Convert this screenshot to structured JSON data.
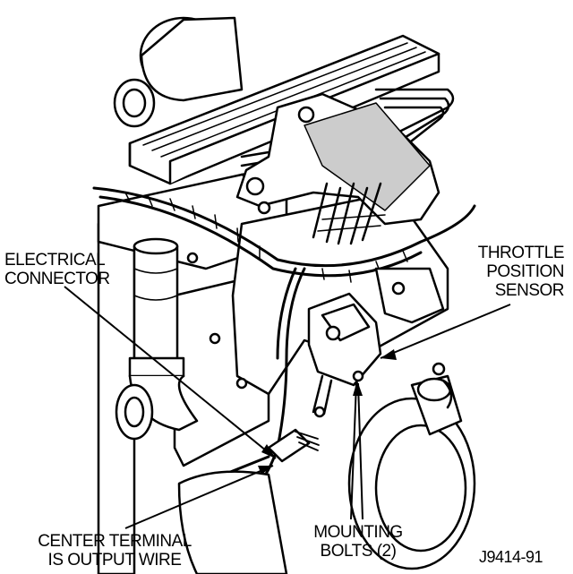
{
  "labels": {
    "electrical_connector": {
      "line1": "ELECTRICAL",
      "line2": "CONNECTOR"
    },
    "throttle_position_sensor": {
      "line1": "THROTTLE",
      "line2": "POSITION",
      "line3": "SENSOR"
    },
    "center_terminal": {
      "line1": "CENTER TERMINAL",
      "line2": "IS OUTPUT WIRE"
    },
    "mounting_bolts": {
      "line1": "MOUNTING",
      "line2": "BOLTS (2)"
    }
  },
  "figure_id": "J9414-91"
}
